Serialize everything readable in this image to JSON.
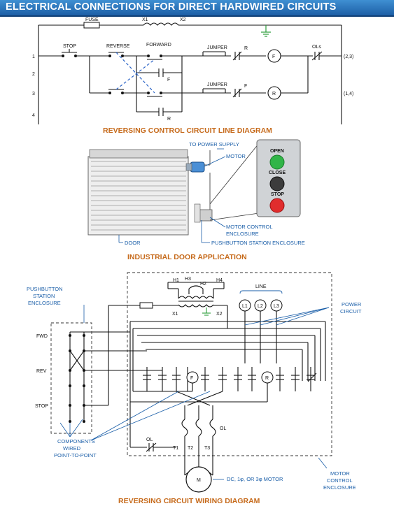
{
  "title": "ELECTRICAL CONNECTIONS FOR DIRECT HARDWIRED CIRCUITS",
  "line_diagram": {
    "caption": "REVERSING CONTROL CIRCUIT LINE DIAGRAM",
    "fuse": "FUSE",
    "x1": "X1",
    "x2": "X2",
    "stop": "STOP",
    "reverse": "REVERSE",
    "forward": "FORWARD",
    "jumper_1": "JUMPER",
    "jumper_2": "JUMPER",
    "r_contact": "R",
    "f_contact": "F",
    "f_aux": "F",
    "r_aux": "R",
    "f_coil": "F",
    "r_coil": "R",
    "ols": "OLs",
    "ref_1": "(2,3)",
    "ref_2": "(1,4)",
    "line_numbers": [
      "1",
      "2",
      "3",
      "4"
    ]
  },
  "door_app": {
    "caption": "INDUSTRIAL DOOR APPLICATION",
    "to_power_supply": "TO POWER SUPPLY",
    "motor": "MOTOR",
    "mce_1": "MOTOR CONTROL",
    "mce_2": "ENCLOSURE",
    "pushbutton": "PUSHBUTTON STATION ENCLOSURE",
    "door": "DOOR",
    "open": "OPEN",
    "close": "CLOSE",
    "stop": "STOP"
  },
  "wiring": {
    "caption": "REVERSING CIRCUIT WIRING DIAGRAM",
    "pb_enc_1": "PUSHBUTTON",
    "pb_enc_2": "STATION",
    "pb_enc_3": "ENCLOSURE",
    "fwd": "FWD",
    "rev": "REV",
    "stop": "STOP",
    "comp_1": "COMPONENTS",
    "comp_2": "WIRED",
    "comp_3": "POINT-TO-POINT",
    "line": "LINE",
    "power_1": "POWER",
    "power_2": "CIRCUIT",
    "h1": "H1",
    "h2": "H2",
    "h3": "H3",
    "h4": "H4",
    "x1": "X1",
    "x2": "X2",
    "l1": "L1",
    "l2": "L2",
    "l3": "L3",
    "t1": "T1",
    "t2": "T2",
    "t3": "T3",
    "ol": "OL",
    "ol2": "OL",
    "f": "F",
    "r": "R",
    "m": "M",
    "motor_note": "DC, 1φ, OR 3φ MOTOR",
    "mce_1": "MOTOR",
    "mce_2": "CONTROL",
    "mce_3": "ENCLOSURE"
  }
}
